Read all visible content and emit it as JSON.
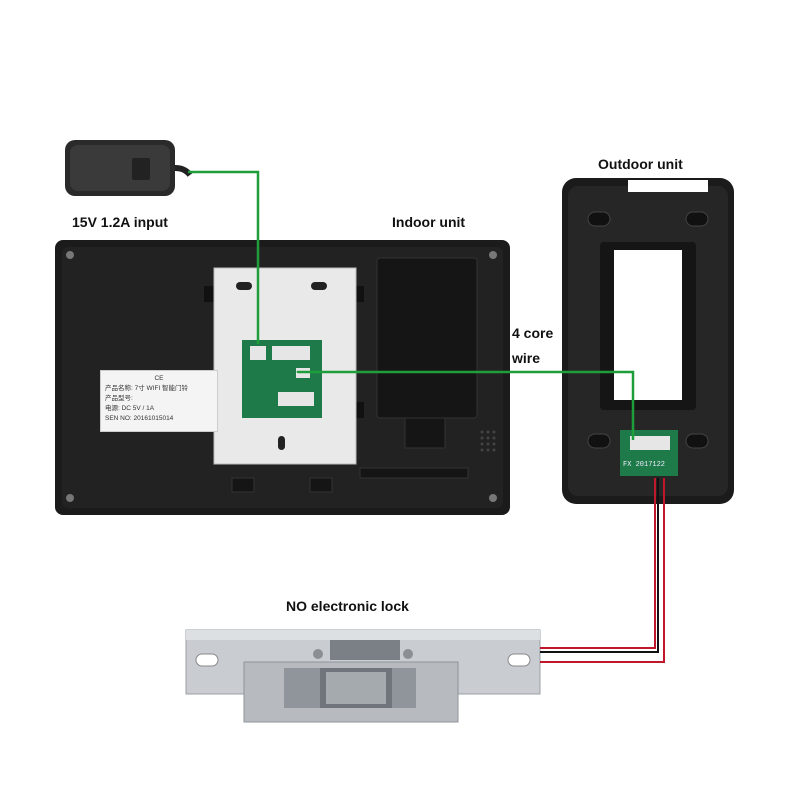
{
  "labels": {
    "power": "15V 1.2A input",
    "indoor": "Indoor unit",
    "outdoor": "Outdoor unit",
    "wire_line1": "4 core",
    "wire_line2": "wire",
    "lock": "NO electronic lock"
  },
  "sticker": {
    "logos": "CE",
    "line1": "产品名称: 7寸 WIFI 智能门铃",
    "line2": "产品型号:",
    "line3": "电源:   DC 5V / 1A",
    "line4": "SEN NO:  20161015014"
  },
  "outdoor_pcb": {
    "code": "FX  2017122"
  },
  "colors": {
    "wire_green": "#1e9e3a",
    "wire_red": "#c0182a",
    "device_body": "#1b1b1b",
    "mount_plate": "#e9e9e9",
    "pcb": "#1f7a4a"
  }
}
